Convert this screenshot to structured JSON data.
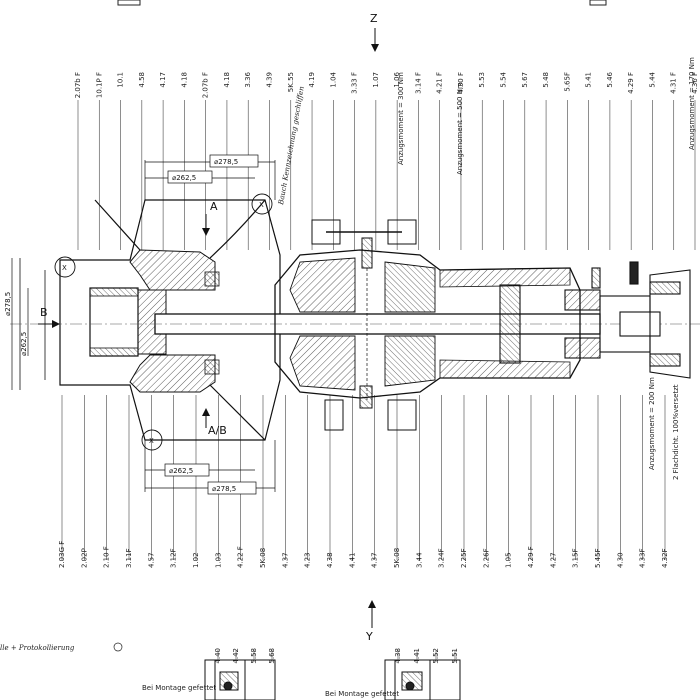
{
  "top_labels": [
    "2.07b F",
    "10.1P F",
    "10.1",
    "4.58",
    "4.17",
    "4.18",
    "2.07b F",
    "4.18",
    "3.36",
    "4.39",
    "5K.55",
    "4.19",
    "1.04",
    "3.33 F",
    "1.07",
    "1.06",
    "3.14 F",
    "4.21 F",
    "4.30 F",
    "5.53",
    "5.54",
    "5.67",
    "5.48",
    "5.65F",
    "5.41",
    "5.46",
    "4.29 F",
    "5.44",
    "4.31 F",
    "4.36 F"
  ],
  "bottom_labels": [
    "2.03G F",
    "2.02P",
    "2.10 F",
    "3.11F",
    "4.57",
    "3.12F",
    "1.02",
    "1.03",
    "4.22 F",
    "5K.08",
    "4.37",
    "4.23",
    "4.38",
    "4.41",
    "4.37",
    "5K.08",
    "3.44",
    "3.24F",
    "2.25F",
    "2.26F",
    "1.05",
    "4.29 F",
    "4.27",
    "3.15F",
    "5.45F",
    "4.30",
    "4.33F",
    "4.32F"
  ],
  "detail_labels_left": [
    "4.40",
    "4.42",
    "5.58",
    "5.68"
  ],
  "detail_labels_right": [
    "4.38",
    "4.41",
    "5.52",
    "5.51"
  ],
  "dimensions": {
    "d_top_outer": "⌀278,5",
    "d_top_inner": "⌀262,5",
    "d_bottom_inner": "⌀262,5",
    "d_bottom_outer": "⌀278,5",
    "d_left_outer": "⌀278,5",
    "d_left_inner": "⌀262,5"
  },
  "section_markers": {
    "a": "A",
    "ab": "A/B",
    "b": "B",
    "z": "Z",
    "y": "Y"
  },
  "notes": {
    "handwritten_top": "Bauch Kennzeichnung geschliffen",
    "side_note_1": "Anzugsmoment = 300 Nm",
    "side_note_2": "Anzugsmoment = 500 Nm",
    "side_note_3": "Anzugsmoment = 200 Nm",
    "side_note_4": "Anzugsmoment = 170 Nm",
    "side_note_5": "2 Flachdicht. 100%versetzt",
    "bottom_left": "lle + Protokollierung",
    "mount_note": "Bei Montage gefettet"
  },
  "colors": {
    "ink": "#1a1a1a",
    "paper": "#ffffff",
    "hatch": "#333333"
  }
}
